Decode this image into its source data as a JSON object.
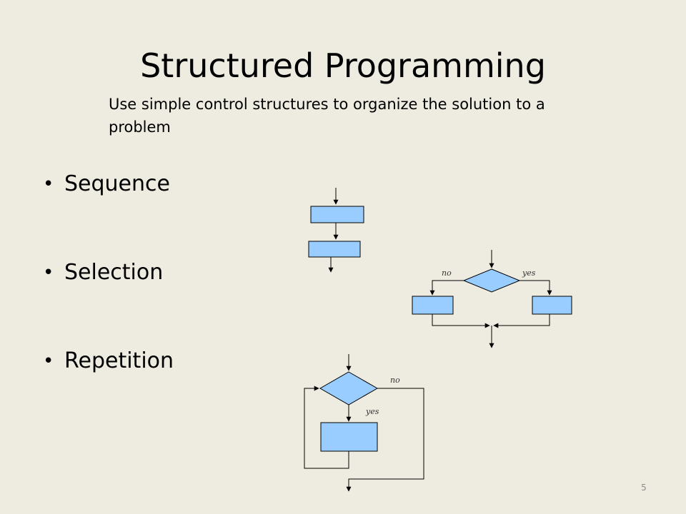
{
  "title": "Structured Programming",
  "subtitle": "Use simple control structures to organize the solution to a problem",
  "bullets": [
    "Sequence",
    "Selection",
    "Repetition"
  ],
  "bullet_glyph": "•",
  "selection_labels": {
    "no": "no",
    "yes": "yes"
  },
  "repetition_labels": {
    "no": "no",
    "yes": "yes"
  },
  "page_number": "5",
  "colors": {
    "background": "#EEECE1",
    "box_fill": "#99CCFF",
    "stroke": "#000000"
  }
}
